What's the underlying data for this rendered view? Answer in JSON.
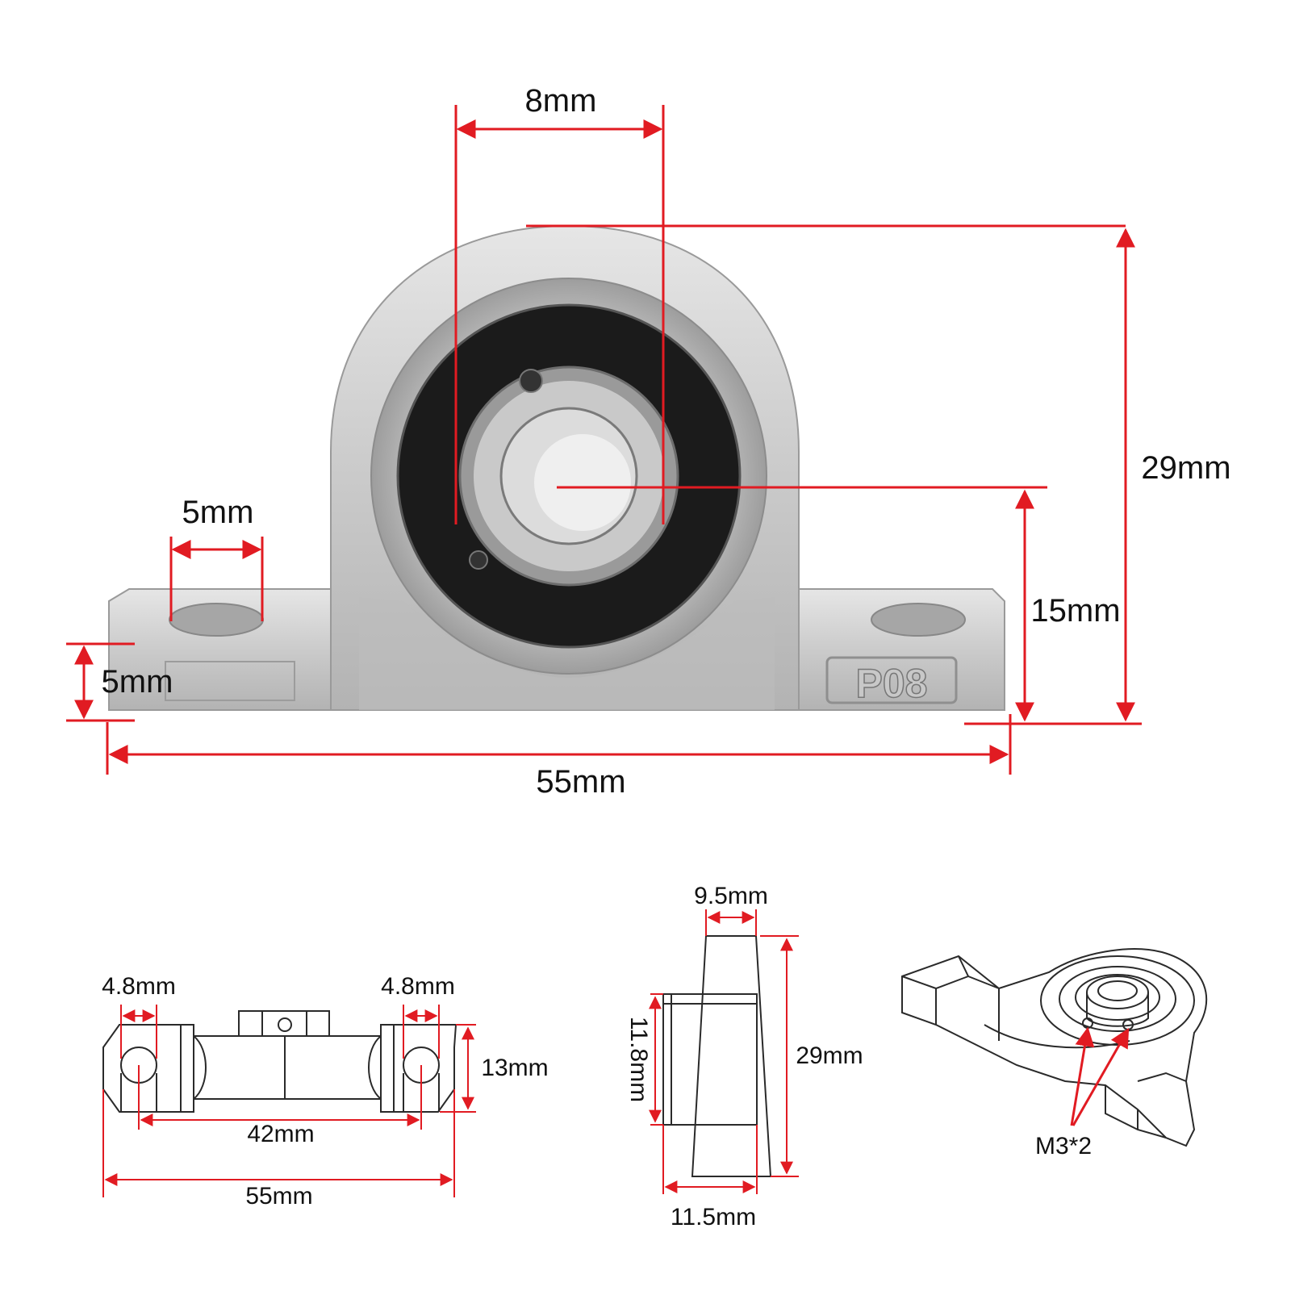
{
  "main_view": {
    "marking": "P08",
    "dims": {
      "shaft_diameter": "8mm",
      "total_height": "29mm",
      "center_height": "15mm",
      "hole_diameter": "5mm",
      "base_thickness": "5mm",
      "total_length": "55mm"
    }
  },
  "bottom_view": {
    "dims": {
      "slot_left": "4.8mm",
      "slot_right": "4.8mm",
      "base_width": "13mm",
      "hole_spacing": "42mm",
      "total_length": "55mm"
    }
  },
  "side_view": {
    "dims": {
      "top_width": "9.5mm",
      "inner_race_length": "11.8mm",
      "total_height": "29mm",
      "bottom_width": "11.5mm"
    }
  },
  "iso_view": {
    "callout": "M3*2"
  },
  "colors": {
    "dimension_line": "#e11b22",
    "text": "#111111",
    "housing": "#cfcfcf",
    "bearing_seal": "#1b1b1b"
  }
}
